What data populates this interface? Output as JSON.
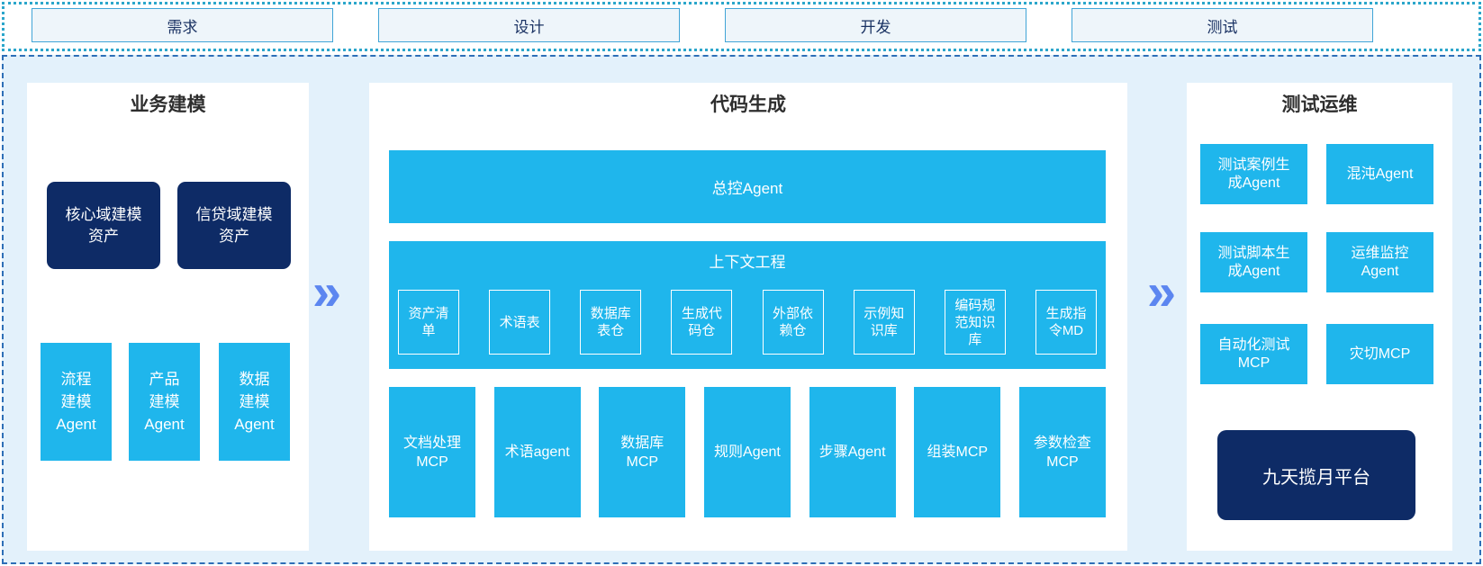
{
  "colors": {
    "cyan": "#1FB6EC",
    "navy": "#0E2B66",
    "band_background": "#E3F1FB",
    "arrow_blue": "#5C86F0",
    "phase_fill": "#EEF5FA",
    "phase_border": "#41A5D7",
    "top_band_border": "#2BA6CB",
    "main_band_border": "#2E6FB7"
  },
  "phases": {
    "items": [
      {
        "label": "需求"
      },
      {
        "label": "设计"
      },
      {
        "label": "开发"
      },
      {
        "label": "测试"
      }
    ]
  },
  "arrow": {
    "glyph": "»"
  },
  "business": {
    "title": "业务建模",
    "assets": [
      {
        "label": "核心域建模资产"
      },
      {
        "label": "信贷域建模资产"
      }
    ],
    "agents": [
      {
        "label": "流程建模Agent"
      },
      {
        "label": "产品建模Agent"
      },
      {
        "label": "数据建模Agent"
      }
    ]
  },
  "codegen": {
    "title": "代码生成",
    "master_agent": {
      "label": "总控Agent"
    },
    "context": {
      "title": "上下文工程",
      "items": [
        {
          "label": "资产清单"
        },
        {
          "label": "术语表"
        },
        {
          "label": "数据库表仓"
        },
        {
          "label": "生成代码仓"
        },
        {
          "label": "外部依赖仓"
        },
        {
          "label": "示例知识库"
        },
        {
          "label": "编码规范知识库"
        },
        {
          "label": "生成指令MD"
        }
      ]
    },
    "workers": [
      {
        "label": "文档处理MCP"
      },
      {
        "label": "术语agent"
      },
      {
        "label": "数据库MCP"
      },
      {
        "label": "规则Agent"
      },
      {
        "label": "步骤Agent"
      },
      {
        "label": "组装MCP"
      },
      {
        "label": "参数检查MCP"
      }
    ]
  },
  "testops": {
    "title": "测试运维",
    "boxes": [
      {
        "label": "测试案例生成Agent"
      },
      {
        "label": "混沌Agent"
      },
      {
        "label": "测试脚本生成Agent"
      },
      {
        "label": "运维监控Agent"
      },
      {
        "label": "自动化测试MCP"
      },
      {
        "label": "灾切MCP"
      }
    ],
    "platform": {
      "label": "九天揽月平台"
    }
  }
}
